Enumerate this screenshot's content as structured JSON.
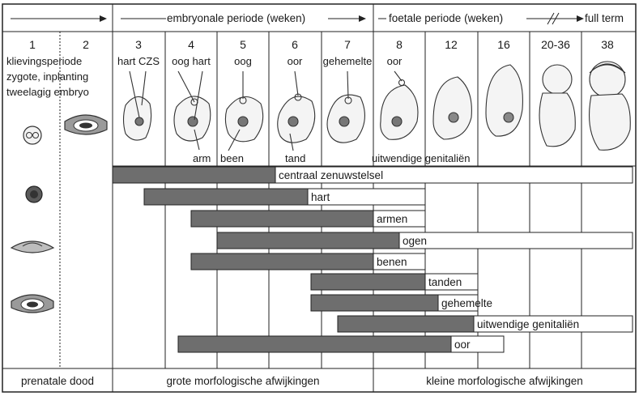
{
  "header": {
    "embryonal_label": "embryonale periode (weken)",
    "fetal_label": "foetale periode (weken)",
    "full_term_label": "full term"
  },
  "weeks": [
    "1",
    "2",
    "3",
    "4",
    "5",
    "6",
    "7",
    "8",
    "12",
    "16",
    "20-36",
    "38"
  ],
  "stage_labels": {
    "week1_line1": "klievingsperiode",
    "week1_line2": "zygote, inplanting",
    "week1_line3": "tweelagig embryo",
    "week3": "hart CZS",
    "week4": "oog hart",
    "week5": "oog",
    "week6": "oor",
    "week7": "gehemelte",
    "week8": "oor"
  },
  "organ_labels_below": {
    "arm": "arm",
    "been": "been",
    "tand": "tand",
    "genitalia": "uitwendige genitaliën"
  },
  "bars": [
    {
      "label": "centraal zenuwstelsel",
      "dark_start": "3",
      "dark_end": "5-6",
      "light_end": "38"
    },
    {
      "label": "hart",
      "dark_start": "3-4",
      "dark_end": "6-7",
      "light_end": "8"
    },
    {
      "label": "armen",
      "dark_start": "4",
      "dark_end": "7-8",
      "light_end": "8"
    },
    {
      "label": "ogen",
      "dark_start": "5",
      "dark_end": "8",
      "light_end": "38"
    },
    {
      "label": "benen",
      "dark_start": "4",
      "dark_end": "7-8",
      "light_end": "8"
    },
    {
      "label": "tanden",
      "dark_start": "6-7",
      "dark_end": "8",
      "light_end": "16"
    },
    {
      "label": "gehemelte",
      "dark_start": "6-7",
      "dark_end": "12",
      "light_end": "16"
    },
    {
      "label": "uitwendige genitaliën",
      "dark_start": "7-8",
      "dark_end": "12-16",
      "light_end": "38"
    },
    {
      "label": "oor",
      "dark_start": "4",
      "dark_end": "12",
      "light_end": "16"
    }
  ],
  "footer": {
    "prenatal": "prenatale dood",
    "major": "grote morfologische afwijkingen",
    "minor": "kleine morfologische afwijkingen"
  },
  "colors": {
    "dark_bar": "#6e6e6e",
    "light_bar": "#ffffff",
    "line": "#222222"
  }
}
